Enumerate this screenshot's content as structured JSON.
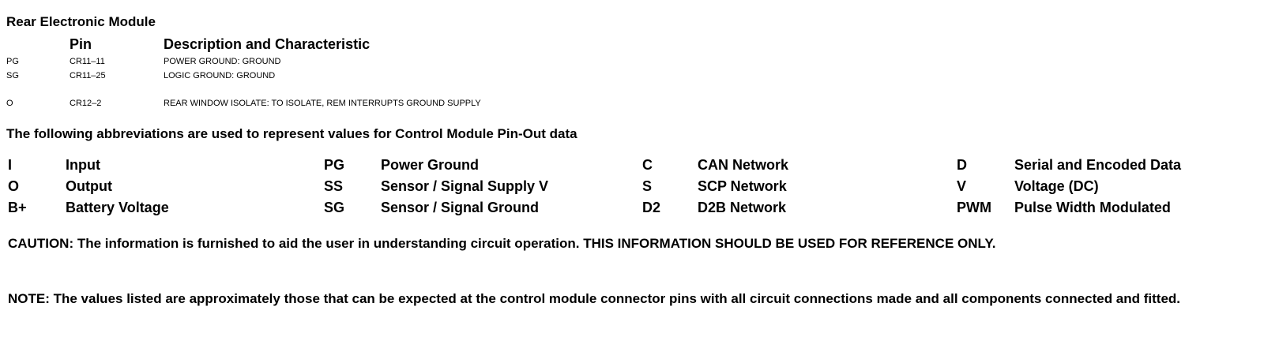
{
  "module_title": "Rear Electronic Module",
  "pin_table": {
    "headers": {
      "pin": "Pin",
      "description": "Description and Characteristic"
    },
    "rows": [
      {
        "type": "PG",
        "pin": "CR11–11",
        "description": "POWER GROUND: GROUND"
      },
      {
        "type": "SG",
        "pin": "CR11–25",
        "description": "LOGIC GROUND: GROUND"
      },
      {
        "type": "O",
        "pin": "CR12–2",
        "description": "REAR WINDOW ISOLATE: TO ISOLATE, REM INTERRUPTS GROUND SUPPLY"
      }
    ]
  },
  "abbreviations_intro": "The following abbreviations are used to represent values for Control Module Pin-Out data",
  "abbreviations": [
    {
      "code": "I",
      "meaning": "Input"
    },
    {
      "code": "O",
      "meaning": "Output"
    },
    {
      "code": "B+",
      "meaning": "Battery Voltage"
    },
    {
      "code": "PG",
      "meaning": "Power Ground"
    },
    {
      "code": "SS",
      "meaning": "Sensor / Signal Supply V"
    },
    {
      "code": "SG",
      "meaning": "Sensor / Signal Ground"
    },
    {
      "code": "C",
      "meaning": "CAN Network"
    },
    {
      "code": "S",
      "meaning": "SCP Network"
    },
    {
      "code": "D2",
      "meaning": "D2B Network"
    },
    {
      "code": "D",
      "meaning": "Serial and Encoded Data"
    },
    {
      "code": "V",
      "meaning": "Voltage (DC)"
    },
    {
      "code": "PWM",
      "meaning": "Pulse Width Modulated"
    }
  ],
  "caution": "CAUTION: The information is furnished to aid the user in understanding circuit operation. THIS INFORMATION SHOULD BE USED FOR REFERENCE ONLY.",
  "note": "NOTE: The values listed are approximately those that can be expected at the control module connector pins with all circuit connections made and all components connected and fitted."
}
